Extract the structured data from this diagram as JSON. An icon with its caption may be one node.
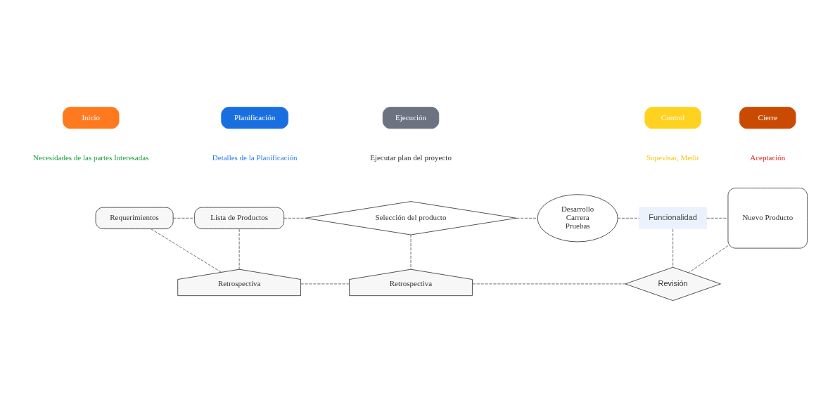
{
  "diagram": {
    "nodes": [
      {
        "text": [
          "Inicio"
        ],
        "beside": [
          "Necesidades de las partes Interesadas"
        ]
      },
      {
        "text": [
          "Planificación"
        ],
        "beside": [
          "Detalles de la Planificación"
        ]
      },
      {
        "text": [
          "Ejecución"
        ],
        "beside": [
          "Ejecutar plan del proyecto"
        ]
      },
      {
        "text": [
          "Control"
        ],
        "beside": [
          "Supevisar, Medir"
        ]
      },
      {
        "text": [
          "Cierre"
        ],
        "beside": [
          "Aceptación"
        ]
      },
      {
        "text": [
          "Requerimientos"
        ]
      },
      {
        "text": [
          "Lista de Productos"
        ]
      },
      {
        "text": [
          "Selección del producto"
        ]
      },
      {
        "text": [
          "Desarrollo",
          "Carrera",
          "Pruebas"
        ]
      },
      {
        "text": [
          "Funcionalidad"
        ]
      },
      {
        "text": [
          "Nuevo Producto"
        ]
      },
      {
        "text": [
          "Retrospectiva"
        ]
      },
      {
        "text": [
          "Retrospectiva"
        ]
      },
      {
        "text": [
          "Revisión"
        ]
      }
    ],
    "edges": [
      {
        "from": 5,
        "to": 6,
        "arrow": "none",
        "style": "dashed"
      },
      {
        "from": 6,
        "to": 7,
        "arrow": "none",
        "style": "dashed"
      },
      {
        "from": 7,
        "to": 8,
        "arrow": "none",
        "style": "dashed"
      },
      {
        "from": 8,
        "to": 9,
        "arrow": "none",
        "style": "dashed"
      },
      {
        "from": 9,
        "to": 10,
        "arrow": "none",
        "style": "dashed"
      },
      {
        "from": 6,
        "to": 11,
        "arrow": "none",
        "style": "dashed"
      },
      {
        "from": 7,
        "to": 12,
        "arrow": "none",
        "style": "dashed"
      },
      {
        "from": 9,
        "to": 13,
        "arrow": "none",
        "style": "dashed"
      },
      {
        "from": 10,
        "to": 13,
        "arrow": "none",
        "style": "dashed"
      },
      {
        "from": 5,
        "to": 11,
        "arrow": "none",
        "style": "dashed"
      },
      {
        "from": 11,
        "to": 12,
        "arrow": "none",
        "style": "dashed"
      },
      {
        "from": 12,
        "to": 13,
        "arrow": "none",
        "style": "dashed"
      }
    ]
  }
}
